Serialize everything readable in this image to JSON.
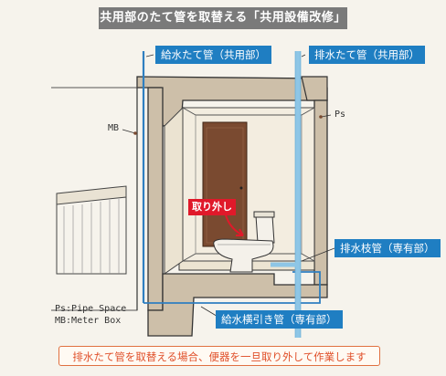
{
  "title": "共用部のたて管を取替える「共用設備改修」",
  "labels": {
    "supply_riser": "給水たて管（共用部）",
    "drain_riser": "排水たて管（共用部）",
    "drain_branch": "排水枝管（専有部）",
    "supply_branch": "給水横引き管（専有部）",
    "removal": "取り外し",
    "mb": "MB",
    "ps": "Ps",
    "legend_ps": "Ps:Pipe Space",
    "legend_mb": "MB:Meter Box"
  },
  "note": "排水たて管を取替える場合、便器を一旦取り外して作業します",
  "colors": {
    "title_bg": "#7a7a7a",
    "label_blue": "#1f7ec2",
    "removal_red": "#e0192a",
    "note_orange": "#e07040",
    "supply_pipe": "#2f7fc0",
    "drain_pipe": "#8ec6e6",
    "door": "#7a4a30"
  }
}
